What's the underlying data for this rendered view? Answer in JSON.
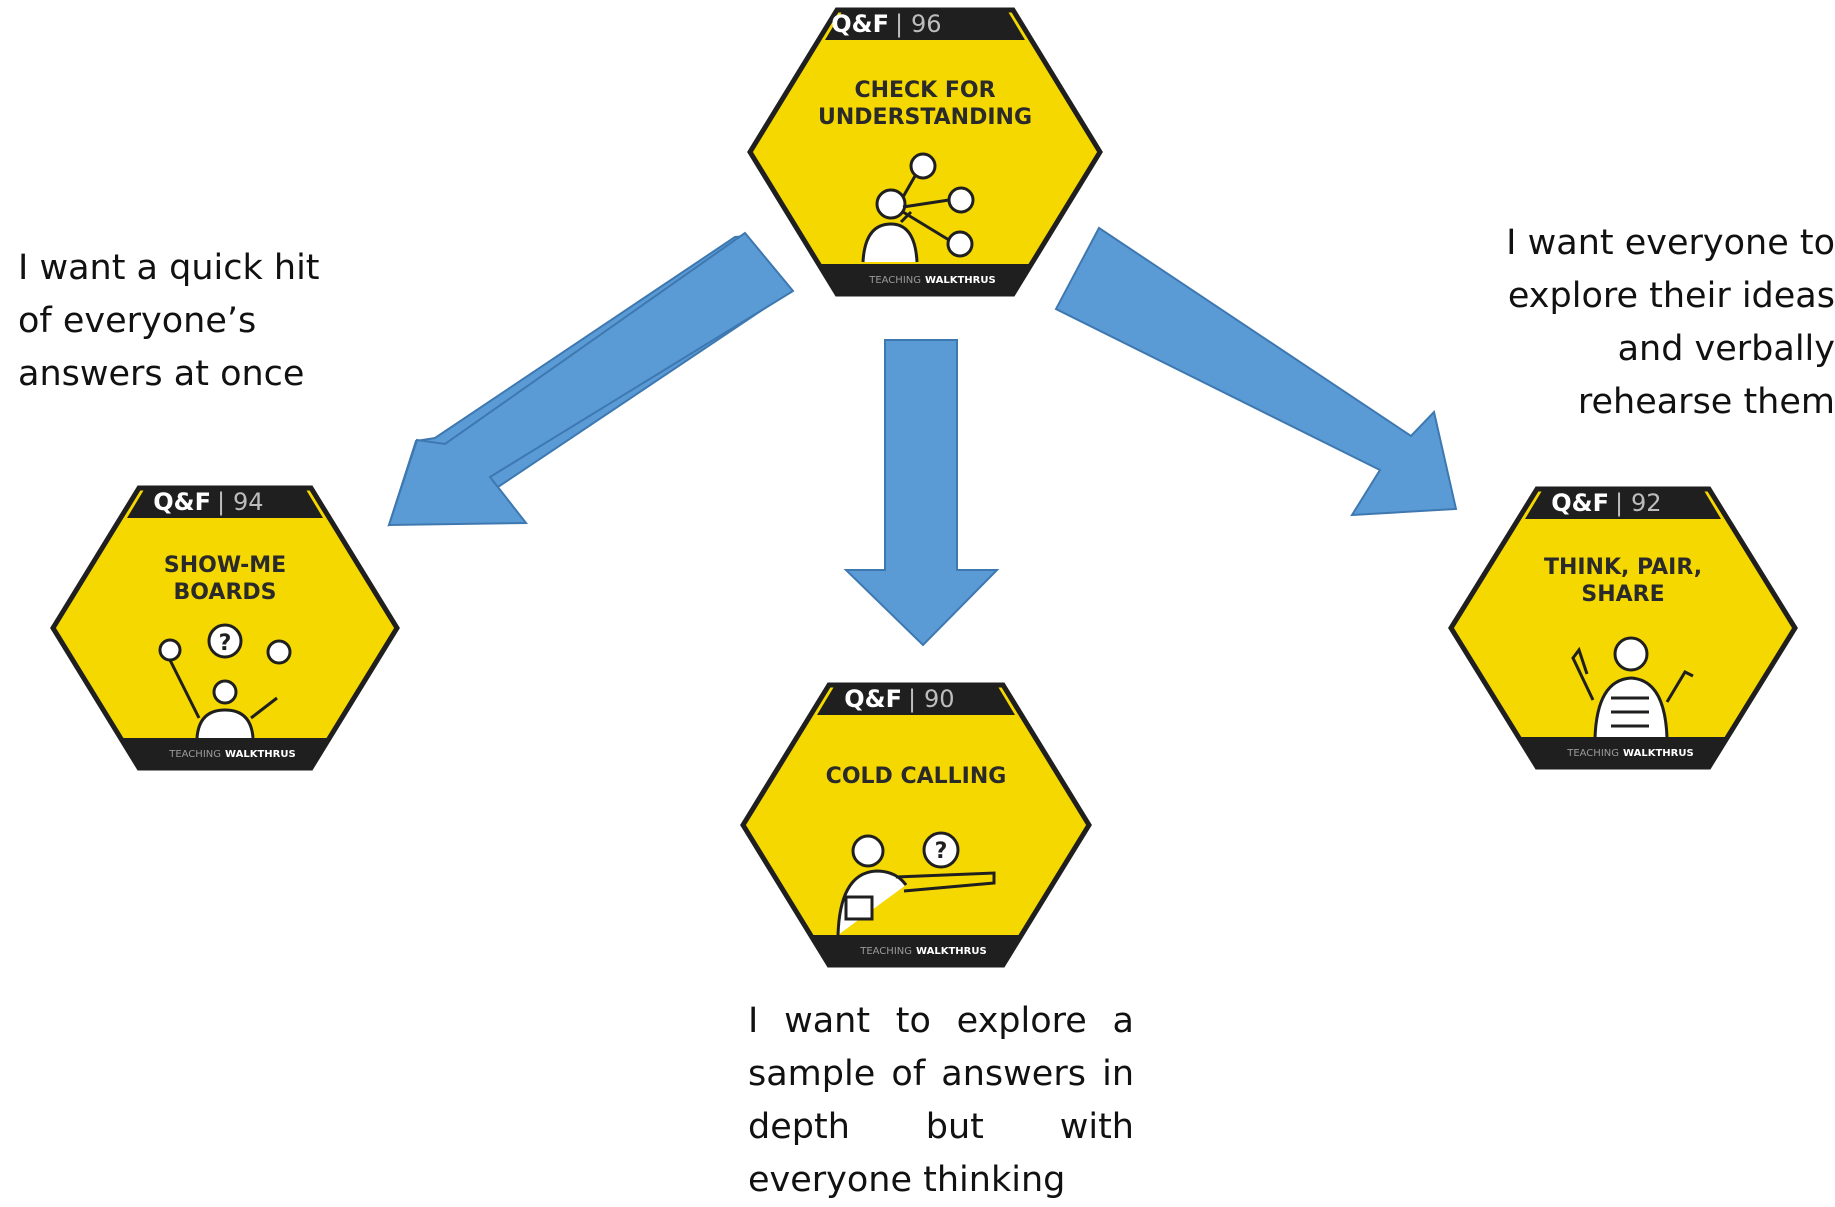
{
  "colors": {
    "card_yellow": "#f5d800",
    "card_dark": "#1f1f1f",
    "arrow_blue": "#5b9bd5",
    "arrow_outline": "#3e78b0"
  },
  "cards": [
    {
      "id": "check",
      "code": "Q&F",
      "number": "96",
      "title_lines": [
        "CHECK FOR",
        "UNDERSTANDING"
      ],
      "footer_light": "TEACHING",
      "footer_bold": "WALKTHRUS",
      "icon": "thinker-with-gears-icon"
    },
    {
      "id": "show",
      "code": "Q&F",
      "number": "94",
      "title_lines": [
        "SHOW-ME",
        "BOARDS"
      ],
      "footer_light": "TEACHING",
      "footer_bold": "WALKTHRUS",
      "icon": "person-with-ideas-icon"
    },
    {
      "id": "cold",
      "code": "Q&F",
      "number": "90",
      "title_lines": [
        "COLD CALLING"
      ],
      "footer_light": "TEACHING",
      "footer_bold": "WALKTHRUS",
      "icon": "teacher-pointing-icon"
    },
    {
      "id": "think",
      "code": "Q&F",
      "number": "92",
      "title_lines": [
        "THINK, PAIR,",
        "SHARE"
      ],
      "footer_light": "TEACHING",
      "footer_bold": "WALKTHRUS",
      "icon": "raised-hands-icon"
    }
  ],
  "labels": {
    "left": [
      "I want a quick hit",
      "of everyone’s",
      "answers at once"
    ],
    "right": [
      "I want everyone to",
      "explore their ideas",
      "and verbally",
      "rehearse them"
    ],
    "bottom": [
      "I want to explore a",
      "sample of answers in",
      "depth but with",
      "everyone thinking"
    ]
  }
}
